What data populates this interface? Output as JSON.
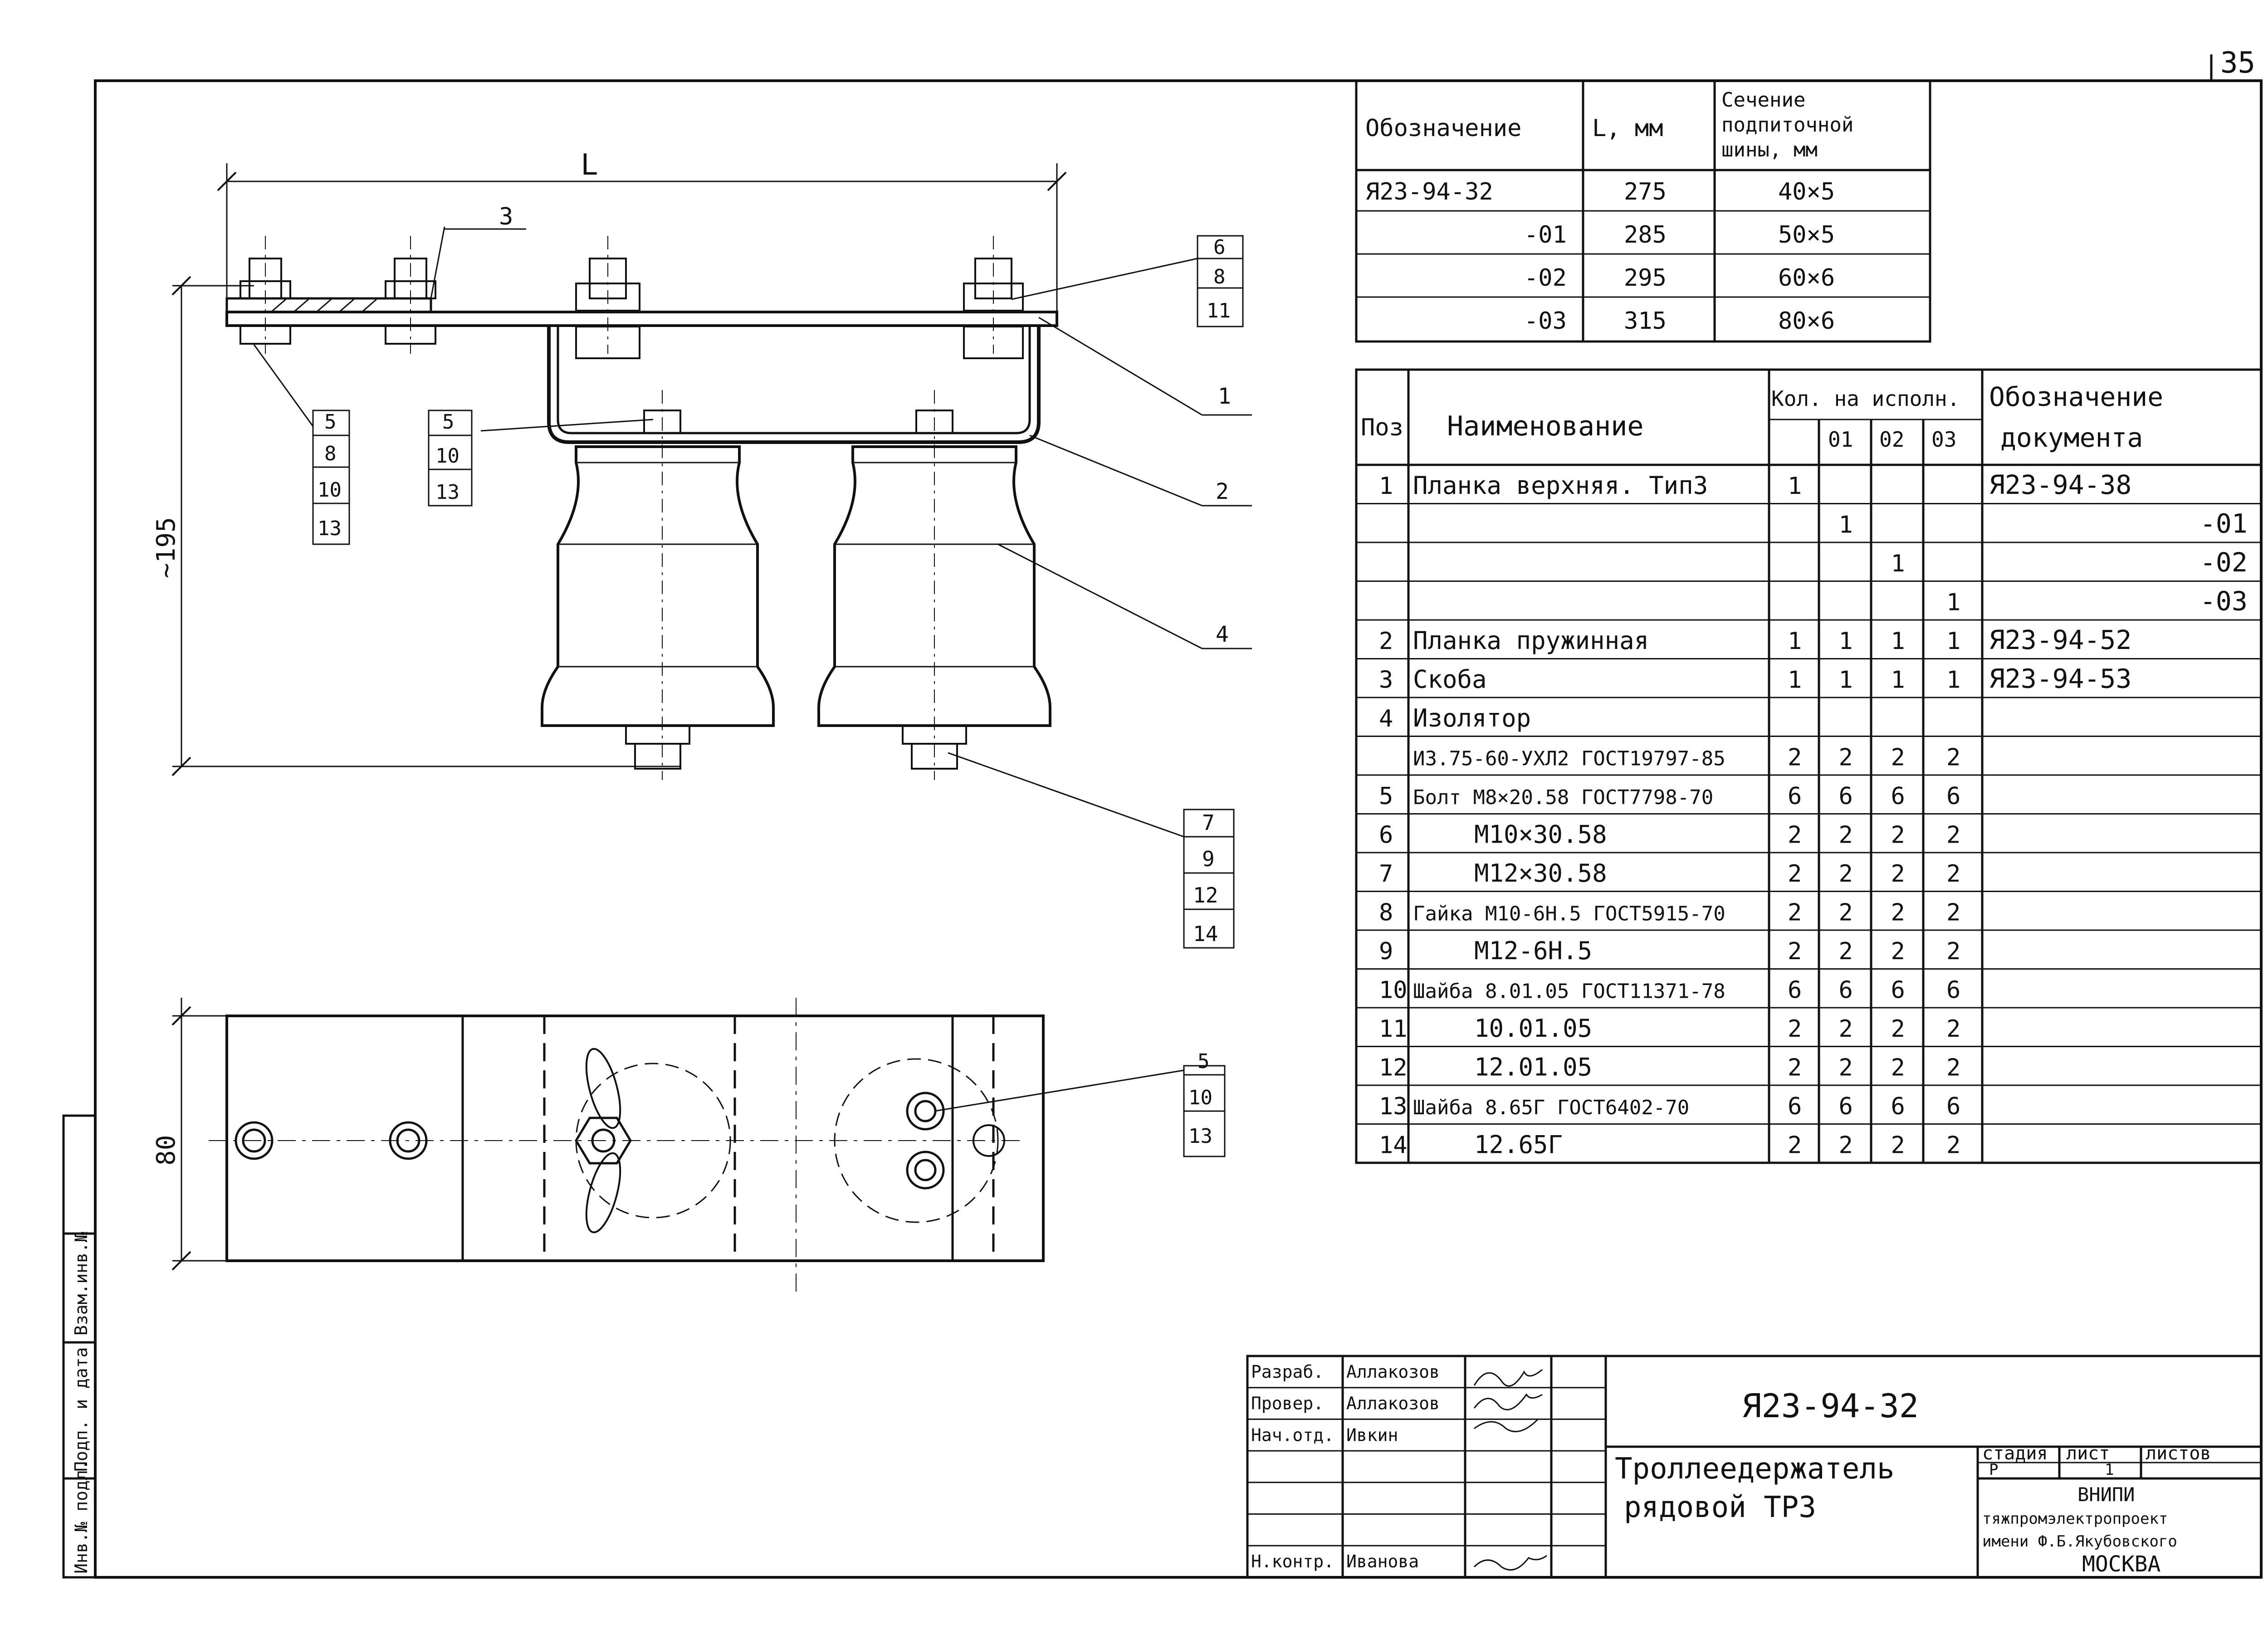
{
  "sheet_number": "35",
  "drawing": {
    "dim_length": "L",
    "dim_height": "~195",
    "dim_width": "80",
    "callouts": {
      "top_3": "3",
      "right_stack_a": [
        "6",
        "8",
        "11"
      ],
      "right_1": "1",
      "left_stack": [
        "5",
        "8",
        "10",
        "13"
      ],
      "mid_stack": [
        "5",
        "10",
        "13"
      ],
      "right_2": "2",
      "right_4": "4",
      "bottom_stack": [
        "7",
        "9",
        "12",
        "14"
      ],
      "plan_stack": [
        "5",
        "10",
        "13"
      ]
    }
  },
  "exec_table": {
    "header": {
      "designation": "Обозначение",
      "length": "L, мм",
      "section": [
        "Сечение",
        "подпиточной",
        "шины, мм"
      ]
    },
    "rows": [
      {
        "designation": "Я23-94-32",
        "length": "275",
        "section": "40×5"
      },
      {
        "designation": "-01",
        "length": "285",
        "section": "50×5"
      },
      {
        "designation": "-02",
        "length": "295",
        "section": "60×6"
      },
      {
        "designation": "-03",
        "length": "315",
        "section": "80×6"
      }
    ]
  },
  "spec_table": {
    "header": {
      "pos": "Поз",
      "name": "Наименование",
      "qty": "Кол. на исполн.",
      "qty_cols": [
        "",
        "01",
        "02",
        "03"
      ],
      "doc": [
        "Обозначение",
        "документа"
      ]
    },
    "rows": [
      {
        "pos": "1",
        "name": "Планка верхняя. Тип3",
        "q": [
          "1",
          "",
          "",
          ""
        ],
        "doc": "Я23-94-38"
      },
      {
        "pos": "",
        "name": "",
        "q": [
          "",
          "1",
          "",
          ""
        ],
        "doc": "-01"
      },
      {
        "pos": "",
        "name": "",
        "q": [
          "",
          "",
          "1",
          ""
        ],
        "doc": "-02"
      },
      {
        "pos": "",
        "name": "",
        "q": [
          "",
          "",
          "",
          "1"
        ],
        "doc": "-03"
      },
      {
        "pos": "2",
        "name": "Планка пружинная",
        "q": [
          "1",
          "1",
          "1",
          "1"
        ],
        "doc": "Я23-94-52"
      },
      {
        "pos": "3",
        "name": "Скоба",
        "q": [
          "1",
          "1",
          "1",
          "1"
        ],
        "doc": "Я23-94-53"
      },
      {
        "pos": "4",
        "name": "Изолятор",
        "q": [
          "",
          "",
          "",
          ""
        ],
        "doc": ""
      },
      {
        "pos": "",
        "name": "ИЗ.75-60-УХЛ2 ГОСТ19797-85",
        "q": [
          "2",
          "2",
          "2",
          "2"
        ],
        "doc": ""
      },
      {
        "pos": "5",
        "name": "Болт М8×20.58 ГОСТ7798-70",
        "q": [
          "6",
          "6",
          "6",
          "6"
        ],
        "doc": ""
      },
      {
        "pos": "6",
        "name": "М10×30.58",
        "q": [
          "2",
          "2",
          "2",
          "2"
        ],
        "doc": ""
      },
      {
        "pos": "7",
        "name": "М12×30.58",
        "q": [
          "2",
          "2",
          "2",
          "2"
        ],
        "doc": ""
      },
      {
        "pos": "8",
        "name": "Гайка М10-6Н.5 ГОСТ5915-70",
        "q": [
          "2",
          "2",
          "2",
          "2"
        ],
        "doc": ""
      },
      {
        "pos": "9",
        "name": "М12-6Н.5",
        "q": [
          "2",
          "2",
          "2",
          "2"
        ],
        "doc": ""
      },
      {
        "pos": "10",
        "name": "Шайба 8.01.05 ГОСТ11371-78",
        "q": [
          "6",
          "6",
          "6",
          "6"
        ],
        "doc": ""
      },
      {
        "pos": "11",
        "name": "10.01.05",
        "q": [
          "2",
          "2",
          "2",
          "2"
        ],
        "doc": ""
      },
      {
        "pos": "12",
        "name": "12.01.05",
        "q": [
          "2",
          "2",
          "2",
          "2"
        ],
        "doc": ""
      },
      {
        "pos": "13",
        "name": "Шайба 8.65Г ГОСТ6402-70",
        "q": [
          "6",
          "6",
          "6",
          "6"
        ],
        "doc": ""
      },
      {
        "pos": "14",
        "name": "12.65Г",
        "q": [
          "2",
          "2",
          "2",
          "2"
        ],
        "doc": ""
      }
    ]
  },
  "title_block": {
    "roles": [
      {
        "role": "Разраб.",
        "name": "Аллакозов"
      },
      {
        "role": "Провер.",
        "name": "Аллакозов"
      },
      {
        "role": "Нач.отд.",
        "name": "Ивкин"
      },
      {
        "role": "",
        "name": ""
      },
      {
        "role": "",
        "name": ""
      },
      {
        "role": "",
        "name": ""
      },
      {
        "role": "Н.контр.",
        "name": "Иванова"
      }
    ],
    "code": "Я23-94-32",
    "title_line1": "Троллеедержатель",
    "title_line2": "рядовой ТРЗ",
    "stage_label": "стадия",
    "sheet_label": "лист",
    "sheets_label": "листов",
    "stage": "Р",
    "sheets": "1",
    "org": [
      "ВНИПИ",
      "тяжпромэлектропроект",
      "имени Ф.Б.Якубовского",
      "МОСКВА"
    ]
  },
  "side_stamp": [
    "Инв.№ подл.",
    "Подп. и дата",
    "Взам.инв.№"
  ]
}
